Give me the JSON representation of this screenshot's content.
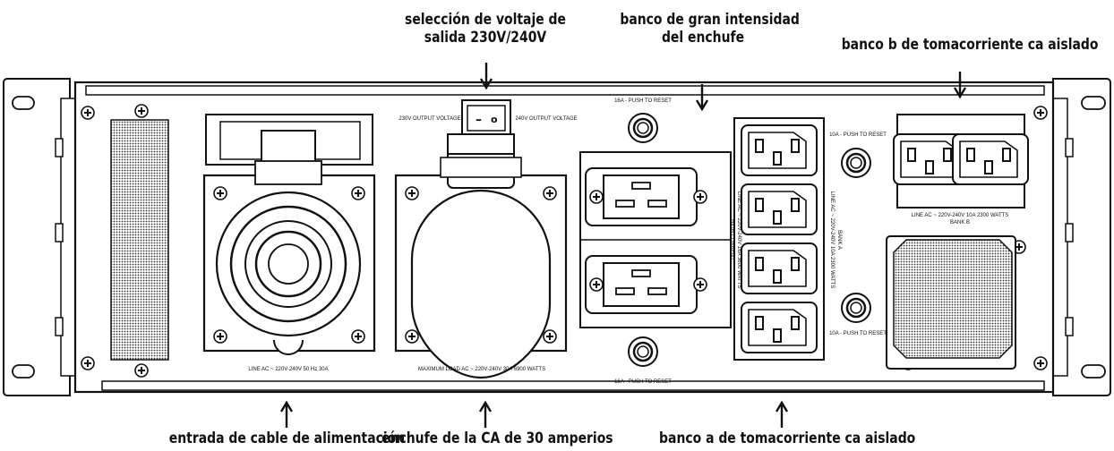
{
  "callouts": {
    "voltage_selection": [
      "selección de voltaje de",
      "salida 230V/240V"
    ],
    "high_current_bank": [
      "banco de gran intensidad",
      "del enchufe"
    ],
    "isolated_bank_b": "banco b de tomacorriente ca aislado",
    "power_cable_input": "entrada de cable de alimentación",
    "outlet_30a": "enchufe de la CA de 30 amperios",
    "isolated_bank_a": "banco a de tomacorriente ca aislado"
  },
  "panel_labels": {
    "output_230": "230V OUTPUT VOLTAGE",
    "output_240": "240V OUTPUT VOLTAGE",
    "reset_16a": "16A - PUSH TO RESET",
    "reset_10a": "10A - PUSH TO RESET",
    "input_rating": "LINE AC ~ 220V-240V   50 Hz   30A",
    "max_load": "MAXIMUM LOAD AC ~ 220V-240V  30A  6900 WATTS",
    "high_current_rating": [
      "LINE AC ~ 220V-240V  16A 3600 WATTS",
      "HIGH CURRENT"
    ],
    "bank_a_rating": [
      "LINE AC ~ 220V-240V  10A  2300 WATTS",
      "BANK A"
    ],
    "bank_b_rating": [
      "LINE AC ~ 220V-240V  10A  2300 WATTS",
      "BANK B"
    ],
    "switch_off": "–",
    "switch_on": "o"
  }
}
